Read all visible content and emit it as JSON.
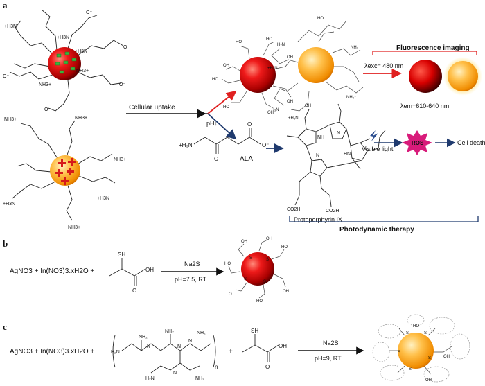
{
  "panels": {
    "a": "a",
    "b": "b",
    "c": "c"
  },
  "panel_a": {
    "uptake_label": "Cellular uptake",
    "ph_label": "pH↓",
    "fluorescence_title": "Fluorescence imaging",
    "excitation_label": "λexc= 480 nm",
    "emission_label": "λem=610-640 nm",
    "ala_label": "ALA",
    "protoporphyrin_label": "Protoporphyrin IX",
    "visible_light_label": "Visible light",
    "ros_label": "ROS",
    "cell_death_label": "Cell death",
    "pdt_title": "Photodynamic therapy",
    "amine_labels": [
      "NH3+",
      "+H3N",
      "+H3N",
      "NH3+",
      "+H3N",
      "NH3+",
      "NH3+",
      "NH3+",
      "+H3N",
      "NH3+",
      "+H3N"
    ],
    "pyrrole_nh": [
      "NH",
      "N",
      "N",
      "HN"
    ],
    "acid_labels": [
      "CO2H",
      "CO2H"
    ]
  },
  "panel_b": {
    "reactants": "AgNO3 + In(NO3)3.xH2O +",
    "reagent": "Na2S",
    "conditions": "pH=7.5, RT"
  },
  "panel_c": {
    "reactants": "AgNO3 + In(NO3)3.xH2O +",
    "reagent": "Na2S",
    "conditions": "pH=9, RT",
    "polymer_subscript": "n",
    "plus": "+"
  },
  "colors": {
    "red_arrow": "#e02020",
    "blue_arrow": "#1f3a6e",
    "fluorescence_red": "#e02020",
    "pdt_blue": "#1f3a6e",
    "protoporphyrin_blue": "#2a4d8f",
    "ros_magenta": "#d81b7a"
  }
}
